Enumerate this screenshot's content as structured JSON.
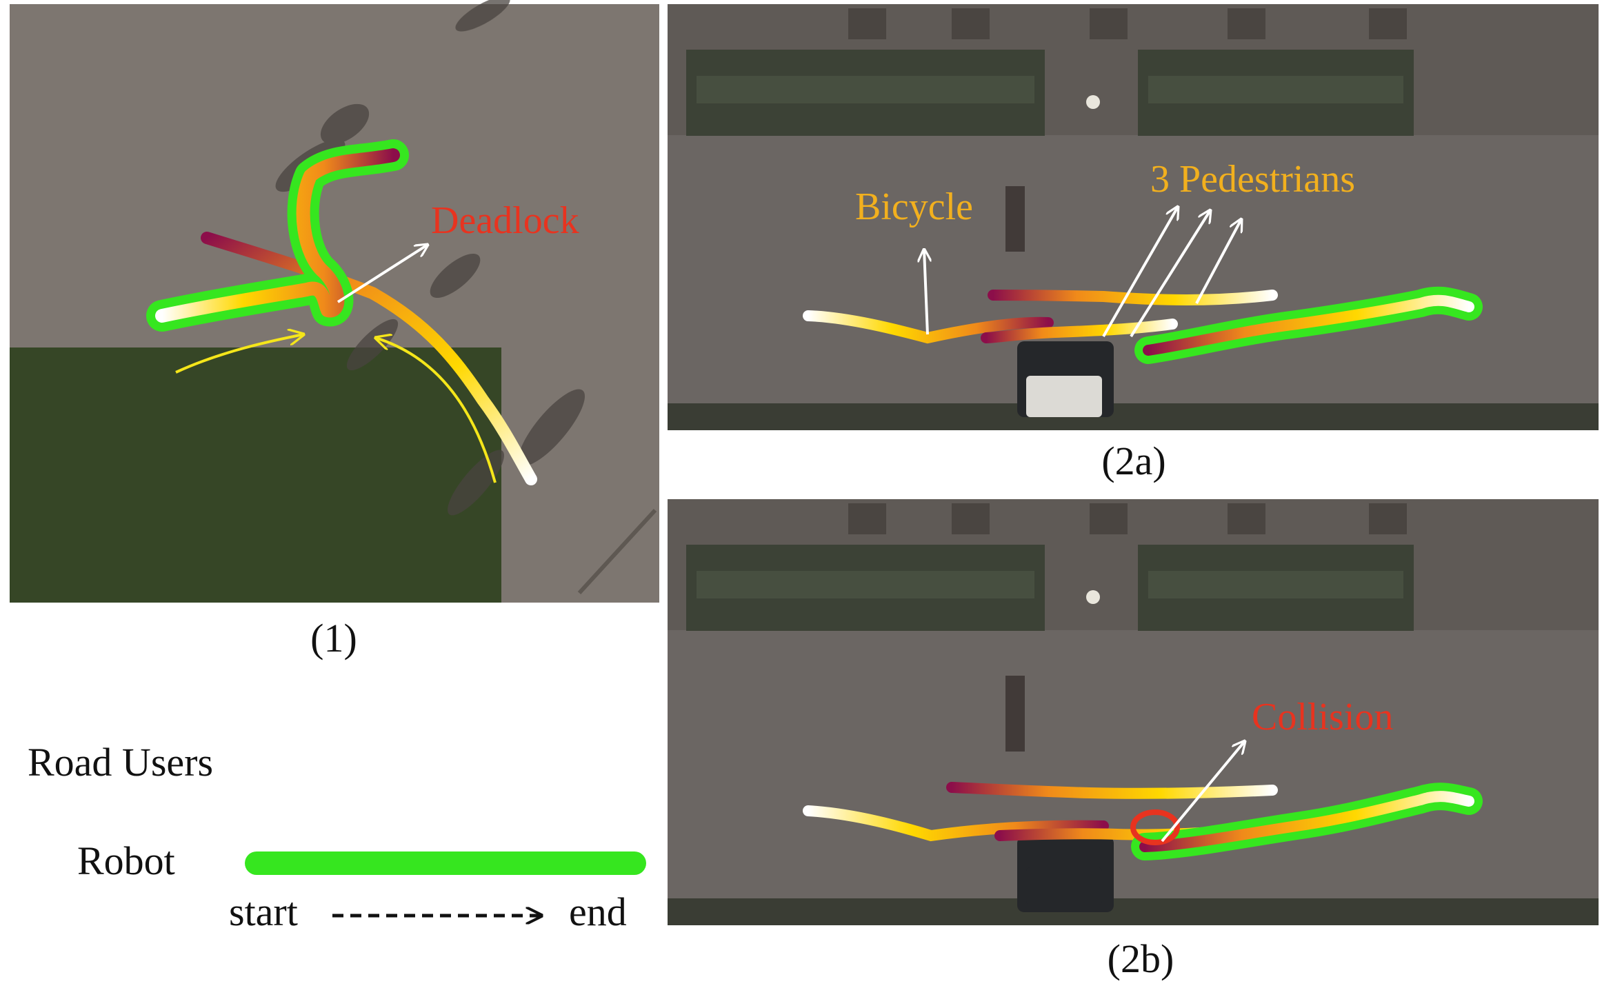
{
  "panels": {
    "p1": {
      "caption": "(1)",
      "annotation": "Deadlock"
    },
    "p2a": {
      "caption": "(2a)",
      "annotation_bicycle": "Bicycle",
      "annotation_pedestrians": "3 Pedestrians"
    },
    "p2b": {
      "caption": "(2b)",
      "annotation": "Collision"
    }
  },
  "legend": {
    "road_users": "Road Users",
    "robot": "Robot",
    "start": "start",
    "end": "end"
  },
  "colors": {
    "deadlock": "#e8331f",
    "collision": "#e8331f",
    "annotation_yellow": "#f2b01e",
    "robot_outline": "#36e61f",
    "trajectory_start": "#ffffff",
    "trajectory_mid": "#ffd800",
    "trajectory_orange": "#f08a1a",
    "trajectory_end": "#8c0e4a"
  }
}
